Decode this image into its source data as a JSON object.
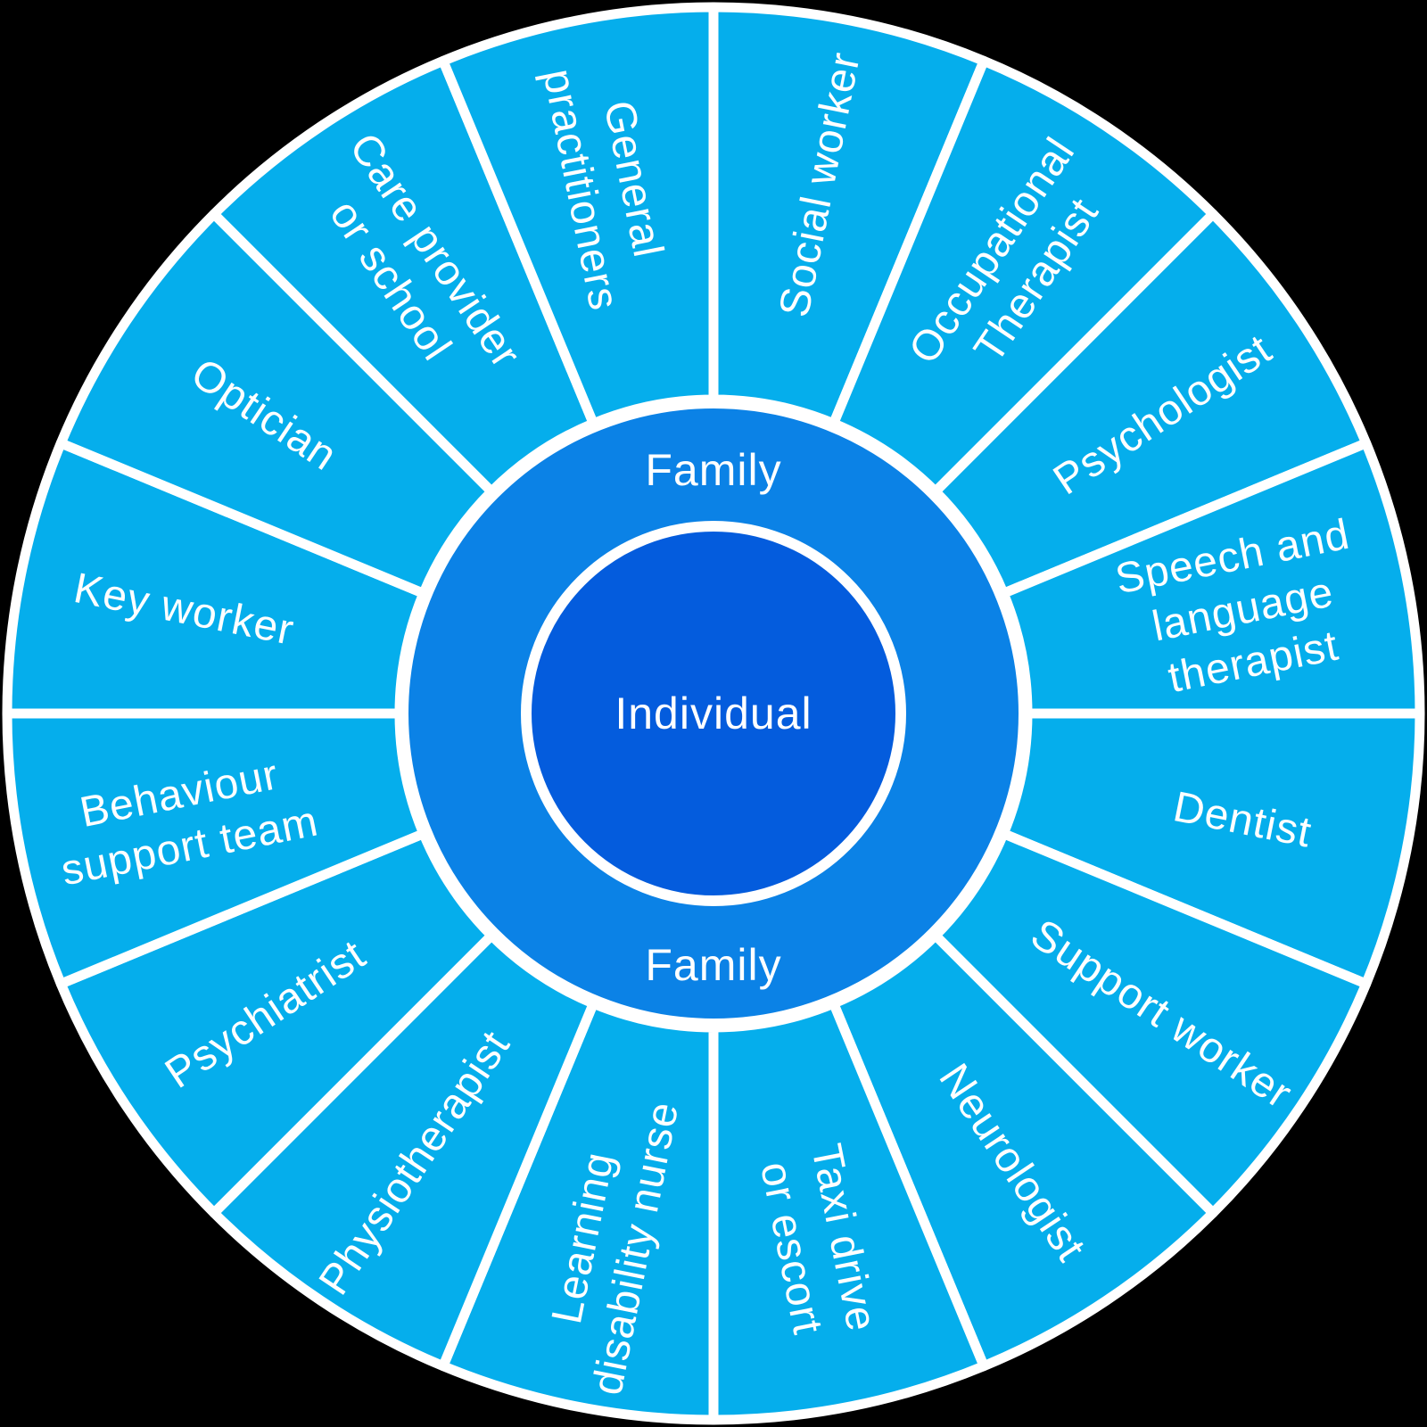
{
  "diagram": {
    "center_label": "Individual",
    "ring_label_top": "Family",
    "ring_label_bottom": "Family",
    "segments": [
      {
        "label": "Social worker",
        "lines": [
          "Social worker"
        ]
      },
      {
        "label": "Occupational Therapist",
        "lines": [
          "Occupational",
          "Therapist"
        ]
      },
      {
        "label": "Psychologist",
        "lines": [
          "Psychologist"
        ]
      },
      {
        "label": "Speech and language therapist",
        "lines": [
          "Speech and",
          "language",
          "therapist"
        ]
      },
      {
        "label": "Dentist",
        "lines": [
          "Dentist"
        ]
      },
      {
        "label": "Support worker",
        "lines": [
          "Support worker"
        ]
      },
      {
        "label": "Neurologist",
        "lines": [
          "Neurologist"
        ]
      },
      {
        "label": "Taxi drive or escort",
        "lines": [
          "Taxi drive",
          "or escort"
        ]
      },
      {
        "label": "Learning disability nurse",
        "lines": [
          "Learning",
          "disability nurse"
        ]
      },
      {
        "label": "Physiotherapist",
        "lines": [
          "Physiotherapist"
        ]
      },
      {
        "label": "Psychiatrist",
        "lines": [
          "Psychiatrist"
        ]
      },
      {
        "label": "Behaviour support team",
        "lines": [
          "Behaviour",
          "support team"
        ]
      },
      {
        "label": "Key worker",
        "lines": [
          "Key worker"
        ]
      },
      {
        "label": "Optician",
        "lines": [
          "Optician"
        ]
      },
      {
        "label": "Care provider or school",
        "lines": [
          "Care provider",
          "or school"
        ]
      },
      {
        "label": "General practitioners",
        "lines": [
          "General",
          "practitioners"
        ]
      }
    ],
    "colors": {
      "outer_segment": "#05AEEC",
      "family_ring": "#0B82E6",
      "center_circle": "#045CDD",
      "divider": "#FFFFFF",
      "label_text": "#FFFFFF",
      "background": "#000000"
    }
  }
}
